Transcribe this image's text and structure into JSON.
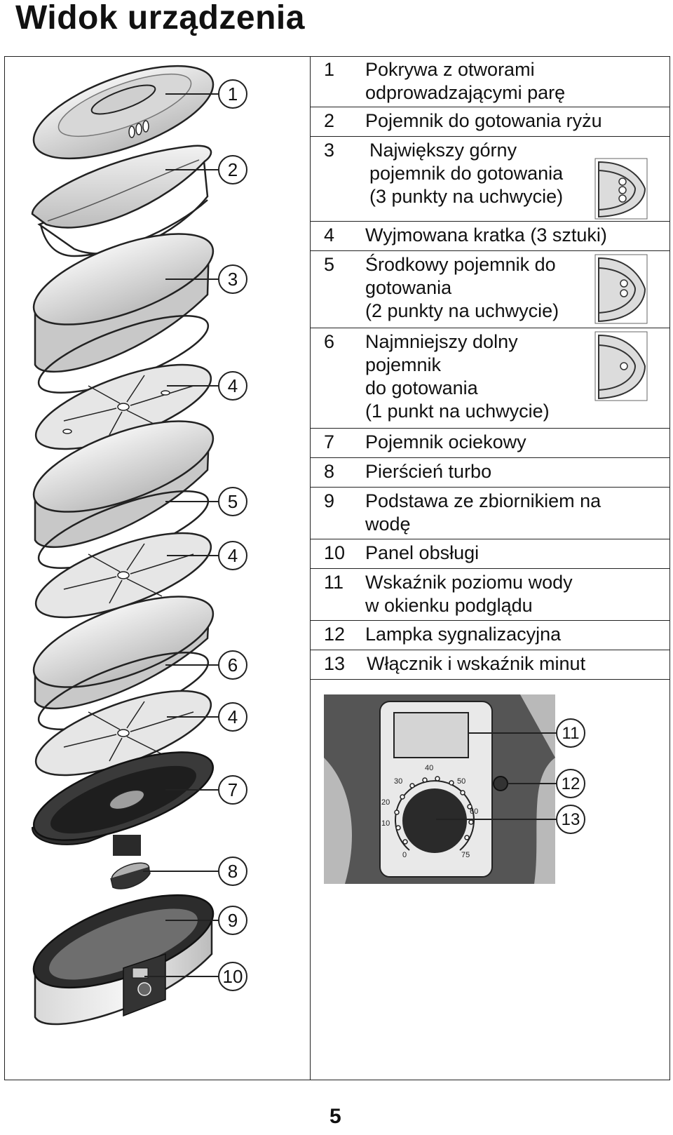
{
  "page": {
    "title": "Widok urządzenia",
    "page_number": "5"
  },
  "legend": [
    {
      "num": "1",
      "text": "Pokrywa z otworami\nodprowadzającymi parę"
    },
    {
      "num": "2",
      "text": "Pojemnik do gotowania ryżu"
    },
    {
      "num": "3",
      "text": "Największy górny\npojemnik do gotowania\n(3 punkty na uchwycie)"
    },
    {
      "num": "4",
      "text": "Wyjmowana kratka (3 sztuki)"
    },
    {
      "num": "5",
      "text": "Środkowy pojemnik do\ngotowania\n(2 punkty na uchwycie)"
    },
    {
      "num": "6",
      "text": "Najmniejszy dolny\npojemnik\ndo gotowania\n(1 punkt na uchwycie)"
    },
    {
      "num": "7",
      "text": "Pojemnik ociekowy"
    },
    {
      "num": "8",
      "text": "Pierścień turbo"
    },
    {
      "num": "9",
      "text": "Podstawa ze zbiornikiem na\nwodę"
    },
    {
      "num": "10",
      "text": "Panel obsługi"
    },
    {
      "num": "11",
      "text": "Wskaźnik poziomu wody\nw okienku podglądu"
    },
    {
      "num": "12",
      "text": "Lampka sygnalizacyjna"
    },
    {
      "num": "13",
      "text": "Włącznik i wskaźnik minut"
    }
  ],
  "callouts_left": [
    "1",
    "2",
    "3",
    "4",
    "5",
    "4",
    "6",
    "4",
    "7",
    "8",
    "9",
    "10"
  ],
  "callouts_panel": [
    "11",
    "12",
    "13"
  ],
  "dial_ticks": [
    "0",
    "10",
    "20",
    "30",
    "40",
    "50",
    "60",
    "75"
  ]
}
